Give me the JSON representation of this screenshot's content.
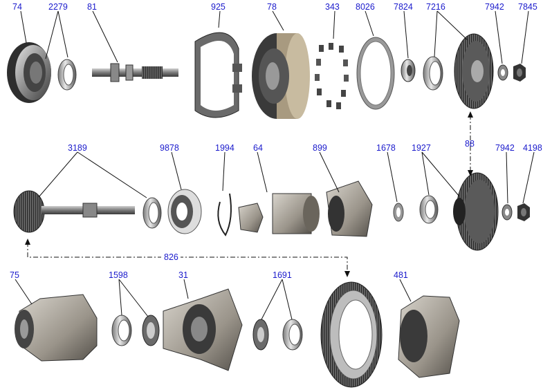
{
  "labels": {
    "p74": "74",
    "p2279": "2279",
    "p81": "81",
    "p925": "925",
    "p78": "78",
    "p343": "343",
    "p8026": "8026",
    "p7824": "7824",
    "p7216": "7216",
    "p7942a": "7942",
    "p7845": "7845",
    "p3189": "3189",
    "p9878": "9878",
    "p1994": "1994",
    "p64": "64",
    "p899": "899",
    "p1678": "1678",
    "p1927": "1927",
    "p88": "88",
    "p7942b": "7942",
    "p4198": "4198",
    "p826": "826",
    "p75": "75",
    "p1598": "1598",
    "p31": "31",
    "p1691": "1691",
    "p481": "481"
  },
  "colors": {
    "label": "#1a1acc",
    "metal_dark": "#3a3a3a",
    "metal_mid": "#8a8a8a",
    "metal_light": "#d6d6d6",
    "brass": "#b9a888"
  }
}
